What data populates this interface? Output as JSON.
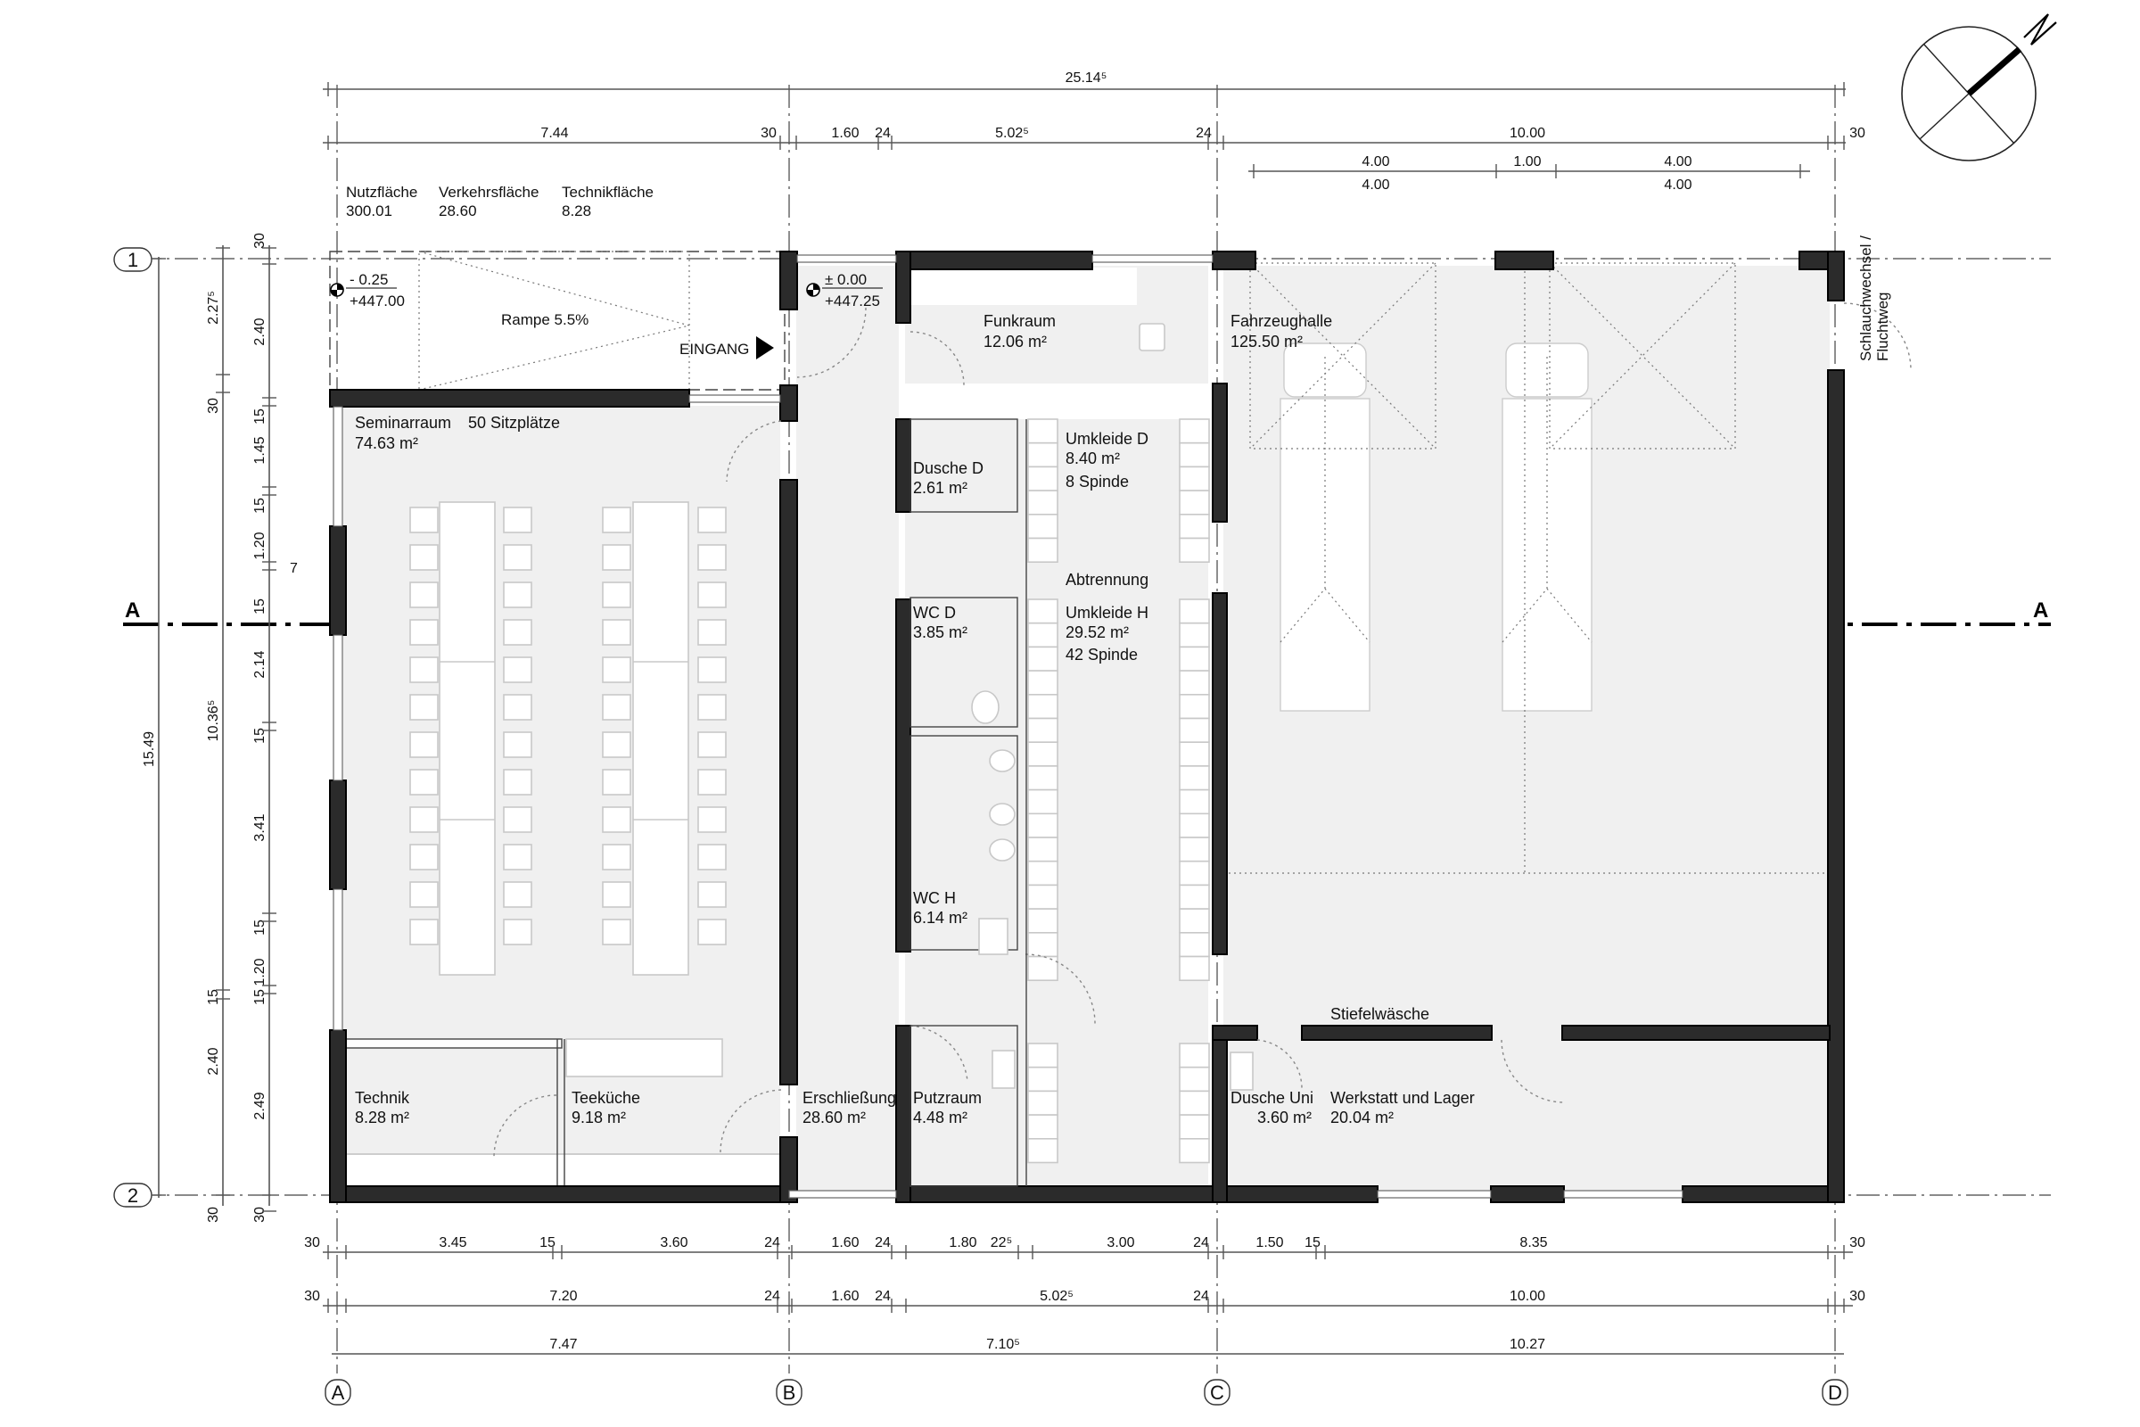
{
  "summary": {
    "nutzflaeche_label": "Nutzfläche",
    "nutzflaeche_value": "300.01",
    "verkehrsflaeche_label": "Verkehrsfläche",
    "verkehrsflaeche_value": "28.60",
    "technikflaeche_label": "Technikfläche",
    "technikflaeche_value": "8.28"
  },
  "grid": {
    "cols": [
      "A",
      "B",
      "C",
      "D"
    ],
    "rows": [
      "1",
      "2"
    ],
    "section": "A"
  },
  "levels": {
    "outside": {
      "rel": "- 0.25",
      "abs": "+447.00"
    },
    "inside": {
      "rel": "± 0.00",
      "abs": "+447.25"
    }
  },
  "labels": {
    "ramp": "Rampe 5.5%",
    "entrance": "EINGANG",
    "abtrennung": "Abtrennung",
    "stiefelwaesche": "Stiefelwäsche",
    "schlauch1": "Schlauchwechsel /",
    "schlauch2": "Fluchtweg",
    "seats": "50 Sitzplätze"
  },
  "rooms": {
    "seminar": {
      "name": "Seminarraum",
      "area": "74.63 m²"
    },
    "funk": {
      "name": "Funkraum",
      "area": "12.06 m²"
    },
    "halle": {
      "name": "Fahrzeughalle",
      "area": "125.50 m²"
    },
    "duschd": {
      "name": "Dusche D",
      "area": "2.61 m²"
    },
    "umkd": {
      "name": "Umkleide D",
      "area": "8.40 m²",
      "extra": "8 Spinde"
    },
    "wcd": {
      "name": "WC D",
      "area": "3.85 m²"
    },
    "umkh": {
      "name": "Umkleide H",
      "area": "29.52 m²",
      "extra": "42 Spinde"
    },
    "wch": {
      "name": "WC H",
      "area": "6.14 m²"
    },
    "technik": {
      "name": "Technik",
      "area": "8.28 m²"
    },
    "teekueche": {
      "name": "Teeküche",
      "area": "9.18 m²"
    },
    "erschl": {
      "name": "Erschließung",
      "area": "28.60 m²"
    },
    "putz": {
      "name": "Putzraum",
      "area": "4.48 m²"
    },
    "duschu": {
      "name": "Dusche Uni",
      "area": "3.60 m²"
    },
    "werkstatt": {
      "name": "Werkstatt und Lager",
      "area": "20.04 m²"
    }
  },
  "dims_top": {
    "total": "25.14⁵",
    "row2": [
      "7.44",
      "30",
      "1.60",
      "24",
      "5.02⁵",
      "24",
      "10.00",
      "30"
    ],
    "row3a": [
      "4.00",
      "1.00",
      "4.00"
    ],
    "row3b": [
      "4.00",
      "4.00"
    ]
  },
  "dims_bottom": {
    "row1": [
      "30",
      "3.45",
      "15",
      "3.60",
      "24",
      "1.60",
      "24",
      "1.80",
      "22⁵",
      "3.00",
      "24",
      "1.50",
      "15",
      "8.35",
      "30"
    ],
    "row2": [
      "30",
      "7.20",
      "24",
      "1.60",
      "24",
      "5.02⁵",
      "24",
      "10.00",
      "30"
    ],
    "row3": [
      "7.47",
      "7.10⁵",
      "10.27"
    ]
  },
  "dims_left": {
    "total": "15.49",
    "mid": [
      "30",
      "2.27⁵",
      "30",
      "10.36⁵",
      "15",
      "2.40",
      "30"
    ],
    "inner": [
      "30",
      "2.40",
      "15",
      "1.45",
      "15",
      "1.20",
      "15",
      "2.14",
      "15",
      "3.41",
      "15",
      "1.20",
      "15",
      "2.49",
      "30"
    ],
    "note": "7"
  },
  "north": "N"
}
